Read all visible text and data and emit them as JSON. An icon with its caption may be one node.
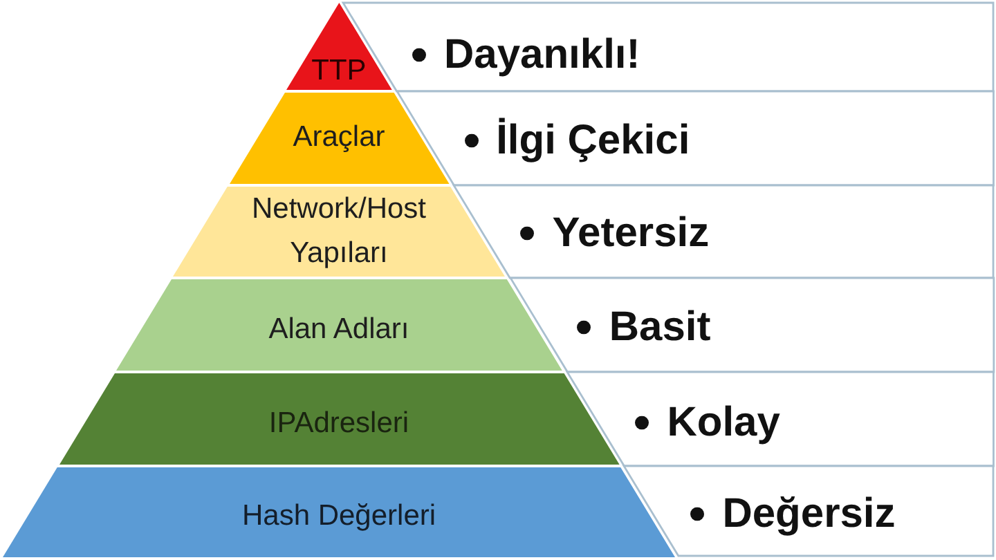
{
  "diagram": {
    "nodes": [
      {
        "text": [
          "TTP"
        ]
      },
      {
        "text": [
          "Dayanıklı!"
        ]
      },
      {
        "text": [
          "Araçlar"
        ]
      },
      {
        "text": [
          "İlgi Çekici"
        ]
      },
      {
        "text": [
          "Network/Host Yapıları"
        ]
      },
      {
        "text": [
          "Yetersiz"
        ]
      },
      {
        "text": [
          "Alan Adları"
        ]
      },
      {
        "text": [
          "Basit"
        ]
      },
      {
        "text": [
          "IPAdresleri"
        ]
      },
      {
        "text": [
          "Kolay"
        ]
      },
      {
        "text": [
          "Hash Değerleri"
        ]
      },
      {
        "text": [
          "Değersiz"
        ]
      }
    ],
    "edges": []
  }
}
